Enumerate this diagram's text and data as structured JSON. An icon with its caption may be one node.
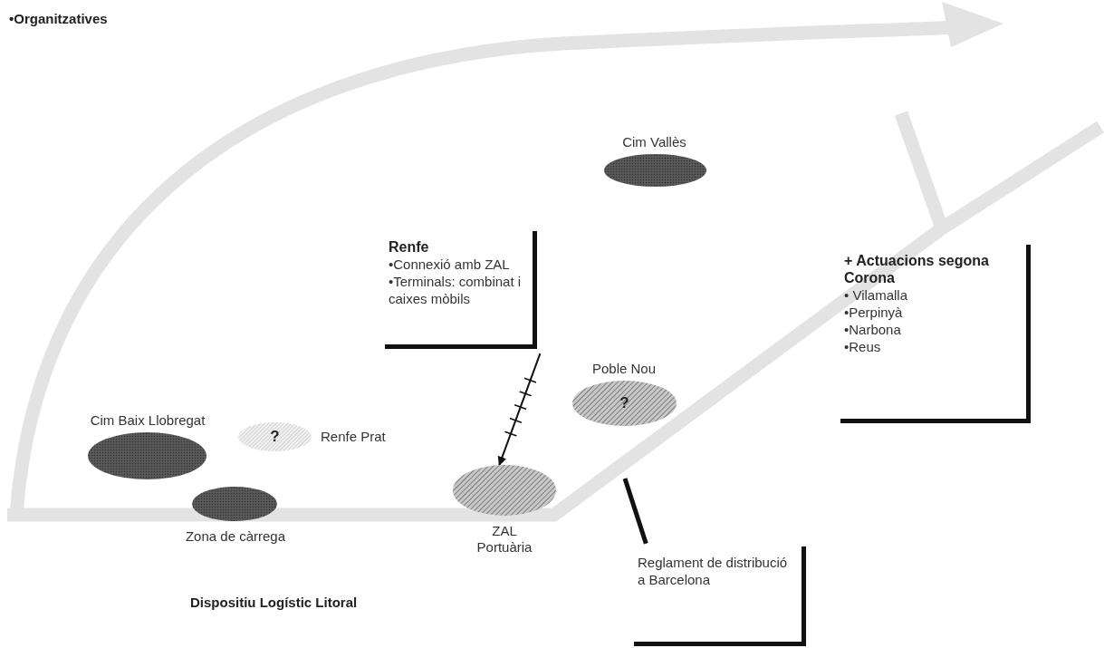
{
  "diagram": {
    "nodes": [
      {
        "text": [
          "Cim Vallès"
        ]
      },
      {
        "text": [
          "Renfe",
          "•Connexió amb ZAL",
          "•Terminals: combinat i caixes mòbils"
        ]
      },
      {
        "text": [
          "+ Actuacions segona Corona",
          "• Vilamalla",
          "•Perpinyà",
          "•Narbona",
          "•Reus"
        ]
      },
      {
        "text": [
          "Cim Baix Llobregat"
        ]
      },
      {
        "text": [
          "?"
        ],
        "beside": [
          "Renfe Prat"
        ]
      },
      {
        "text": [
          "Zona de càrrega"
        ]
      },
      {
        "text": [
          "Poble Nou",
          "?"
        ]
      },
      {
        "text": [
          "ZAL Portuària"
        ]
      },
      {
        "text": [
          "Reglament de distribució a Barcelona"
        ]
      }
    ],
    "edges": [
      {
        "from": 1,
        "to": 7,
        "arrow": "to"
      },
      {
        "from": 8,
        "to": null,
        "arrow": "none",
        "style": "thick"
      }
    ],
    "labels": [
      "•Organitzatives",
      "Dispositiu Logístic Litoral"
    ]
  }
}
